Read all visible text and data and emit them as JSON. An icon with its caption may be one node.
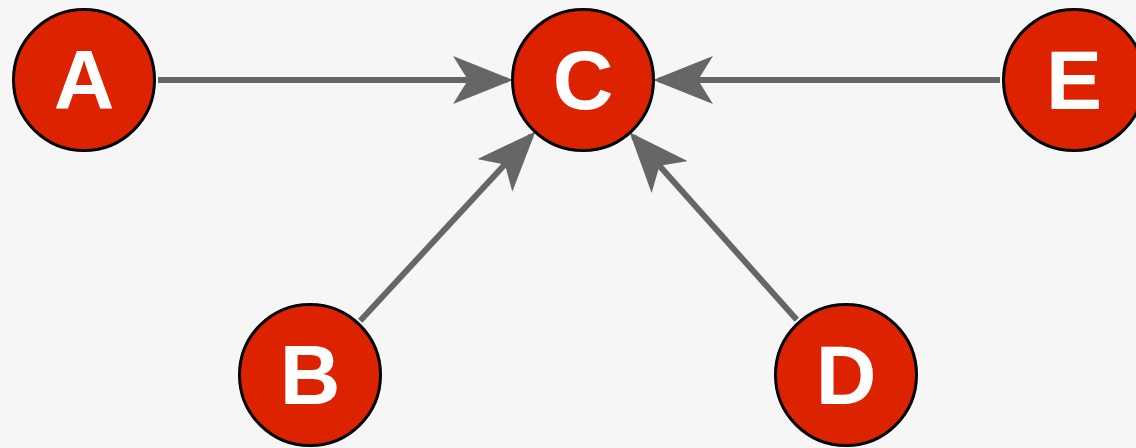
{
  "diagram": {
    "nodes": [
      {
        "text": [
          "A"
        ]
      },
      {
        "text": [
          "C"
        ]
      },
      {
        "text": [
          "E"
        ]
      },
      {
        "text": [
          "B"
        ]
      },
      {
        "text": [
          "D"
        ]
      }
    ],
    "edges": [
      {
        "from": 0,
        "to": 1,
        "arrow": "to"
      },
      {
        "from": 2,
        "to": 1,
        "arrow": "to"
      },
      {
        "from": 3,
        "to": 1,
        "arrow": "to"
      },
      {
        "from": 4,
        "to": 1,
        "arrow": "to"
      }
    ]
  }
}
